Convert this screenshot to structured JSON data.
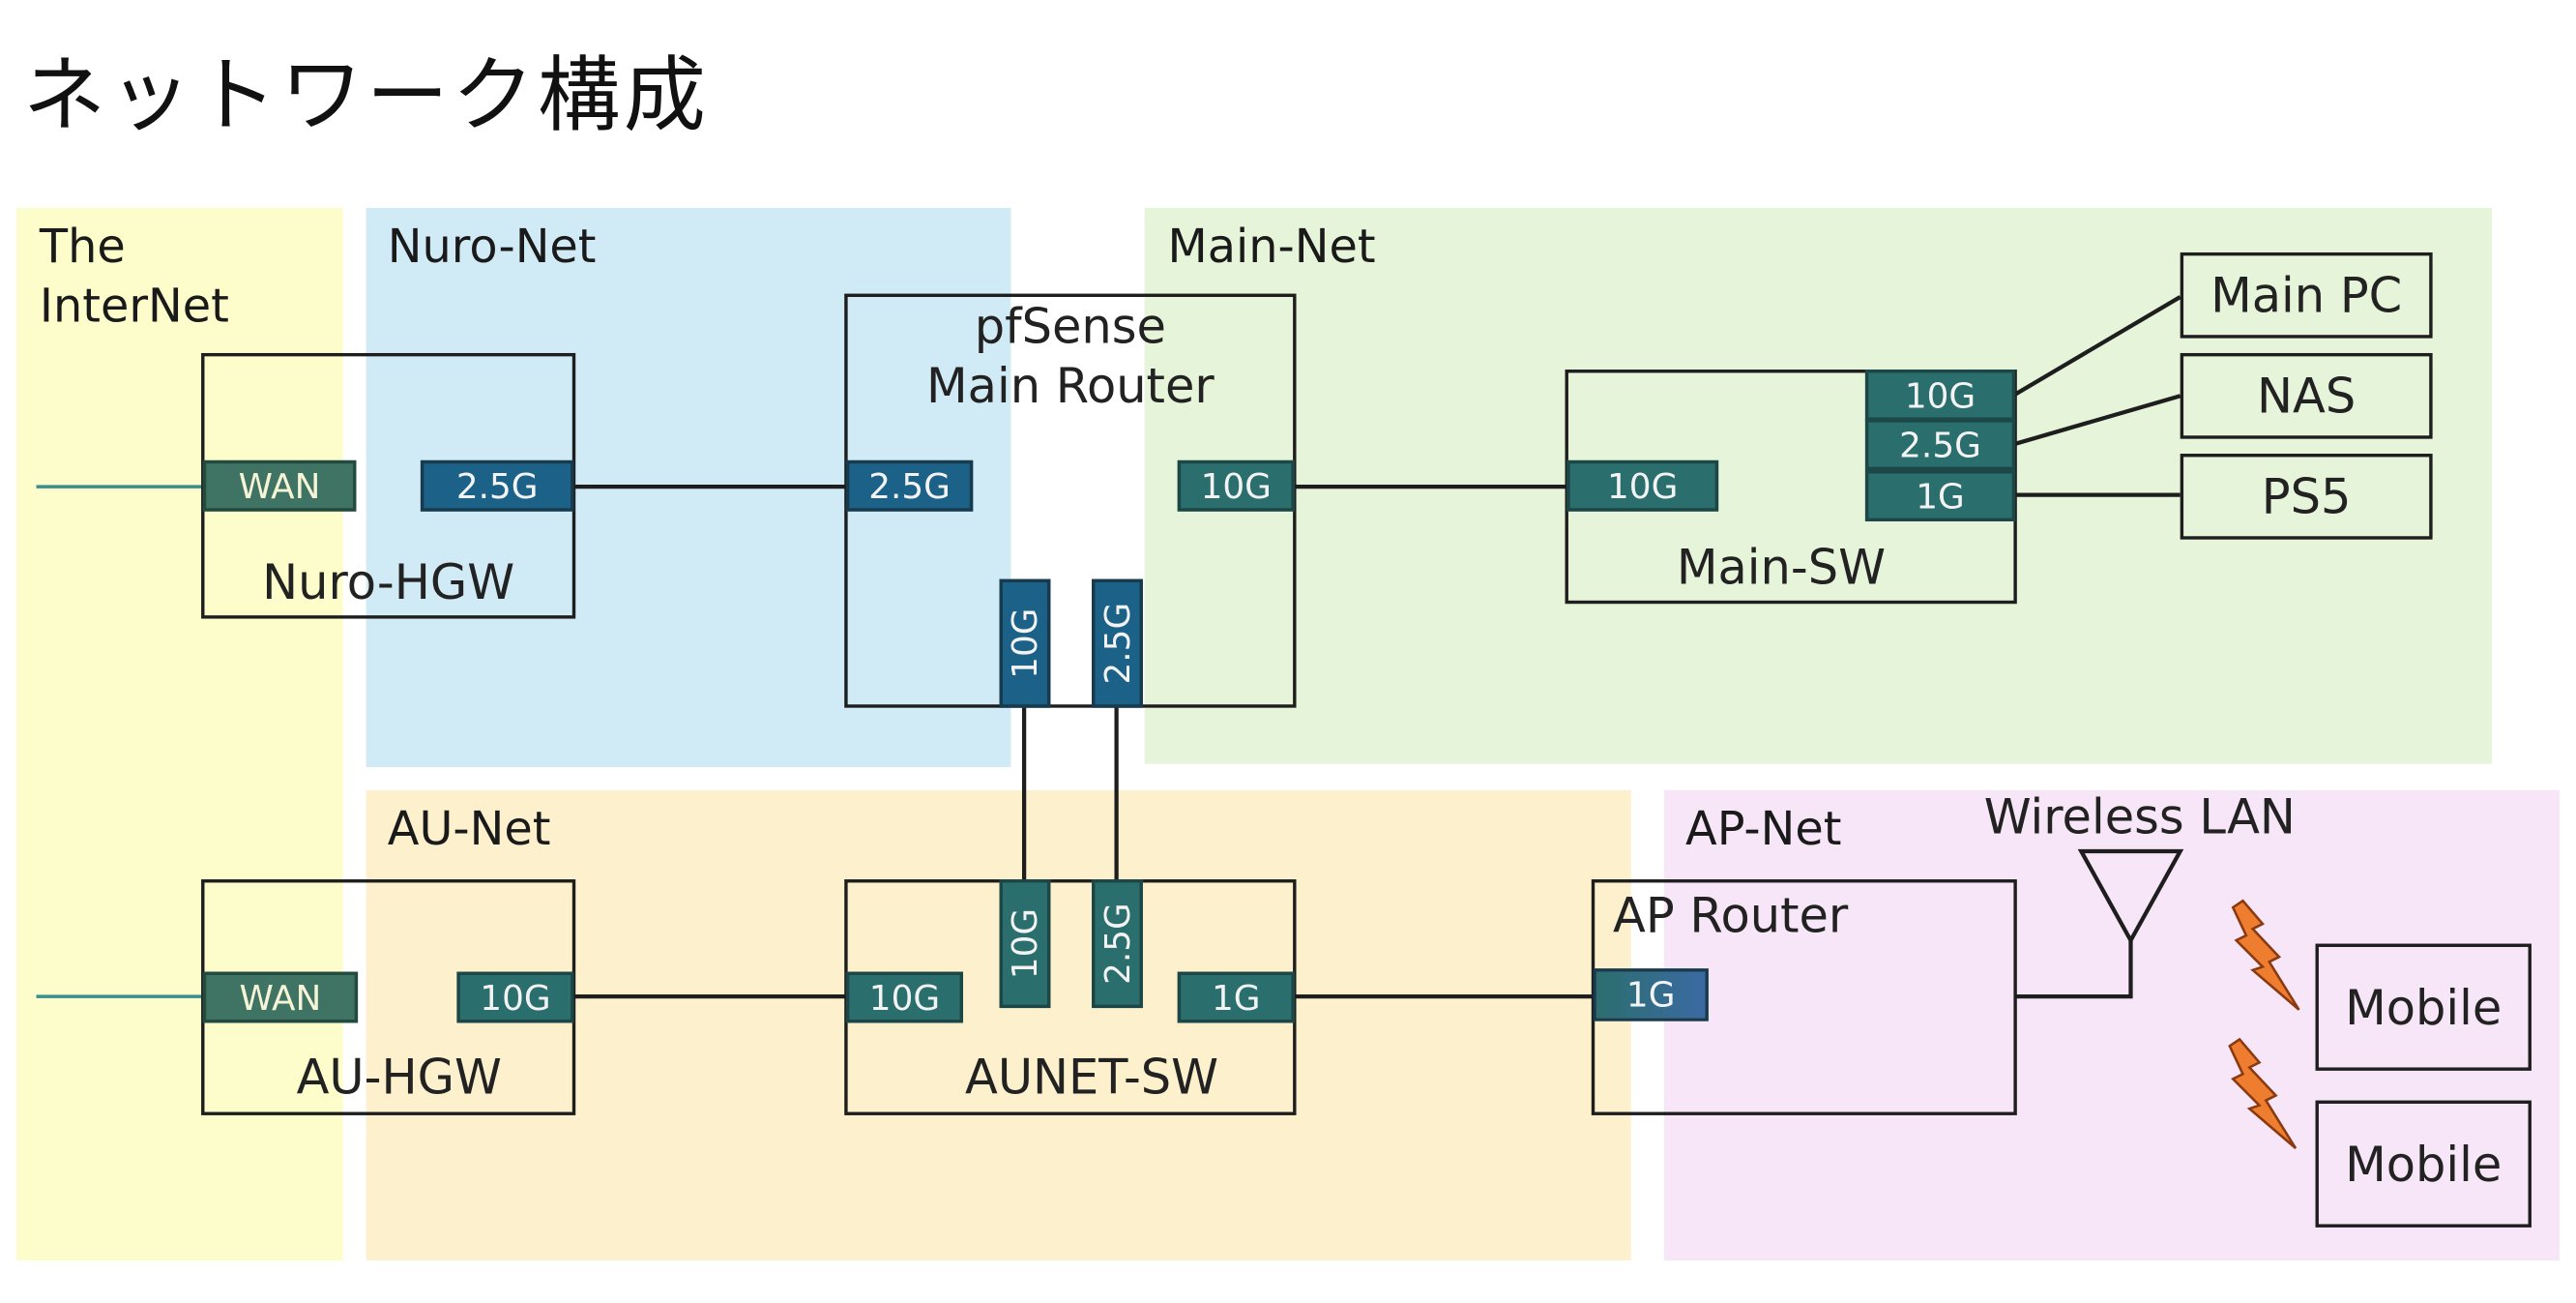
{
  "title": "ネットワーク構成",
  "zones": {
    "internet": "The\nInterNet",
    "nuro": "Nuro-Net",
    "main": "Main-Net",
    "au": "AU-Net",
    "ap": "AP-Net"
  },
  "devices": {
    "nuro_hgw": "Nuro-HGW",
    "pfsense": "pfSense\nMain Router",
    "main_sw": "Main-SW",
    "au_hgw": "AU-HGW",
    "aunet_sw": "AUNET-SW",
    "ap_router": "AP Router"
  },
  "endpoints": {
    "main_pc": "Main PC",
    "nas": "NAS",
    "ps5": "PS5",
    "mobile1": "Mobile",
    "mobile2": "Mobile"
  },
  "wireless_label": "Wireless LAN",
  "ports": {
    "nuro_wan": "WAN",
    "nuro_lan": "2.5G",
    "pf_wan": "2.5G",
    "pf_lan": "10G",
    "pf_down_10g": "10G",
    "pf_down_25g": "2.5G",
    "mainsw_up": "10G",
    "mainsw_10g": "10G",
    "mainsw_25g": "2.5G",
    "mainsw_1g": "1G",
    "au_wan": "WAN",
    "au_lan": "10G",
    "aunet_up": "10G",
    "aunet_10g": "10G",
    "aunet_25g": "2.5G",
    "aunet_down": "1G",
    "ap_wan": "1G"
  },
  "colors": {
    "internet_zone": "#fdfccb",
    "nuro_zone": "#d1ebf6",
    "main_zone": "#e6f4d9",
    "au_zone": "#fdf0cd",
    "ap_zone": "#f7e6f7",
    "lightning": "#ee7d2f"
  }
}
